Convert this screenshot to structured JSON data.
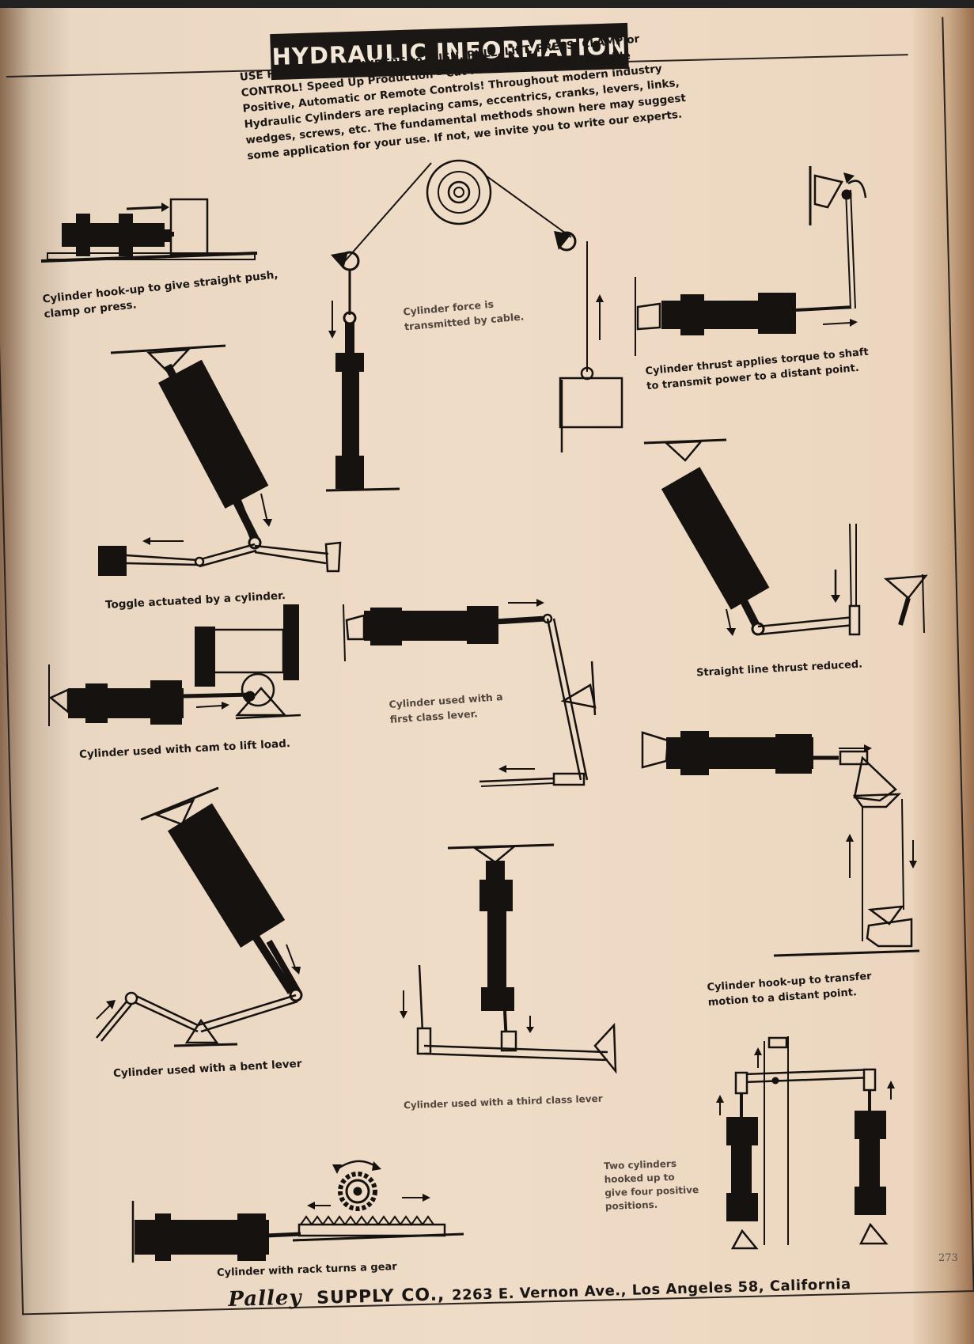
{
  "header": {
    "title": "HYDRAULIC INFORMATION",
    "intro": "USE HYDRAULIC CYLINDERS to PUSH, PULL, LIFT, PRESS, CLAMP or CONTROL! Speed Up Production – Cut Production Costs – Provide Positive, Automatic or Remote Controls! Throughout modern industry Hydraulic Cylinders are replacing cams, eccentrics, cranks, levers, links, wedges, screws, etc. The fundamental methods shown here may suggest some application for your use. If not, we invite you to write our experts."
  },
  "captions": {
    "straight_push_1": "Cylinder hook-up to give straight push,",
    "straight_push_2": "clamp or press.",
    "cable_1": "Cylinder force is",
    "cable_2": "transmitted by cable.",
    "torque_1": "Cylinder thrust applies torque to shaft",
    "torque_2": "to transmit power to a distant point.",
    "toggle": "Toggle actuated by a cylinder.",
    "straight_line": "Straight line thrust reduced.",
    "first_class_1": "Cylinder used with a",
    "first_class_2": "first class lever.",
    "cam": "Cylinder used with cam to lift load.",
    "transfer_1": "Cylinder hook-up to transfer",
    "transfer_2": "motion to a distant point.",
    "bent_lever": "Cylinder used with a bent lever",
    "third_class": "Cylinder used with a third class lever",
    "two_cyl_1": "Two cylinders",
    "two_cyl_2": "hooked up to",
    "two_cyl_3": "give four positive",
    "two_cyl_4": "positions.",
    "rack": "Cylinder with rack turns a gear"
  },
  "footer": {
    "brand": "Palley",
    "company": "SUPPLY CO.,",
    "address": "2263 E. Vernon Ave., Los Angeles 58, California"
  },
  "page_number": "273"
}
